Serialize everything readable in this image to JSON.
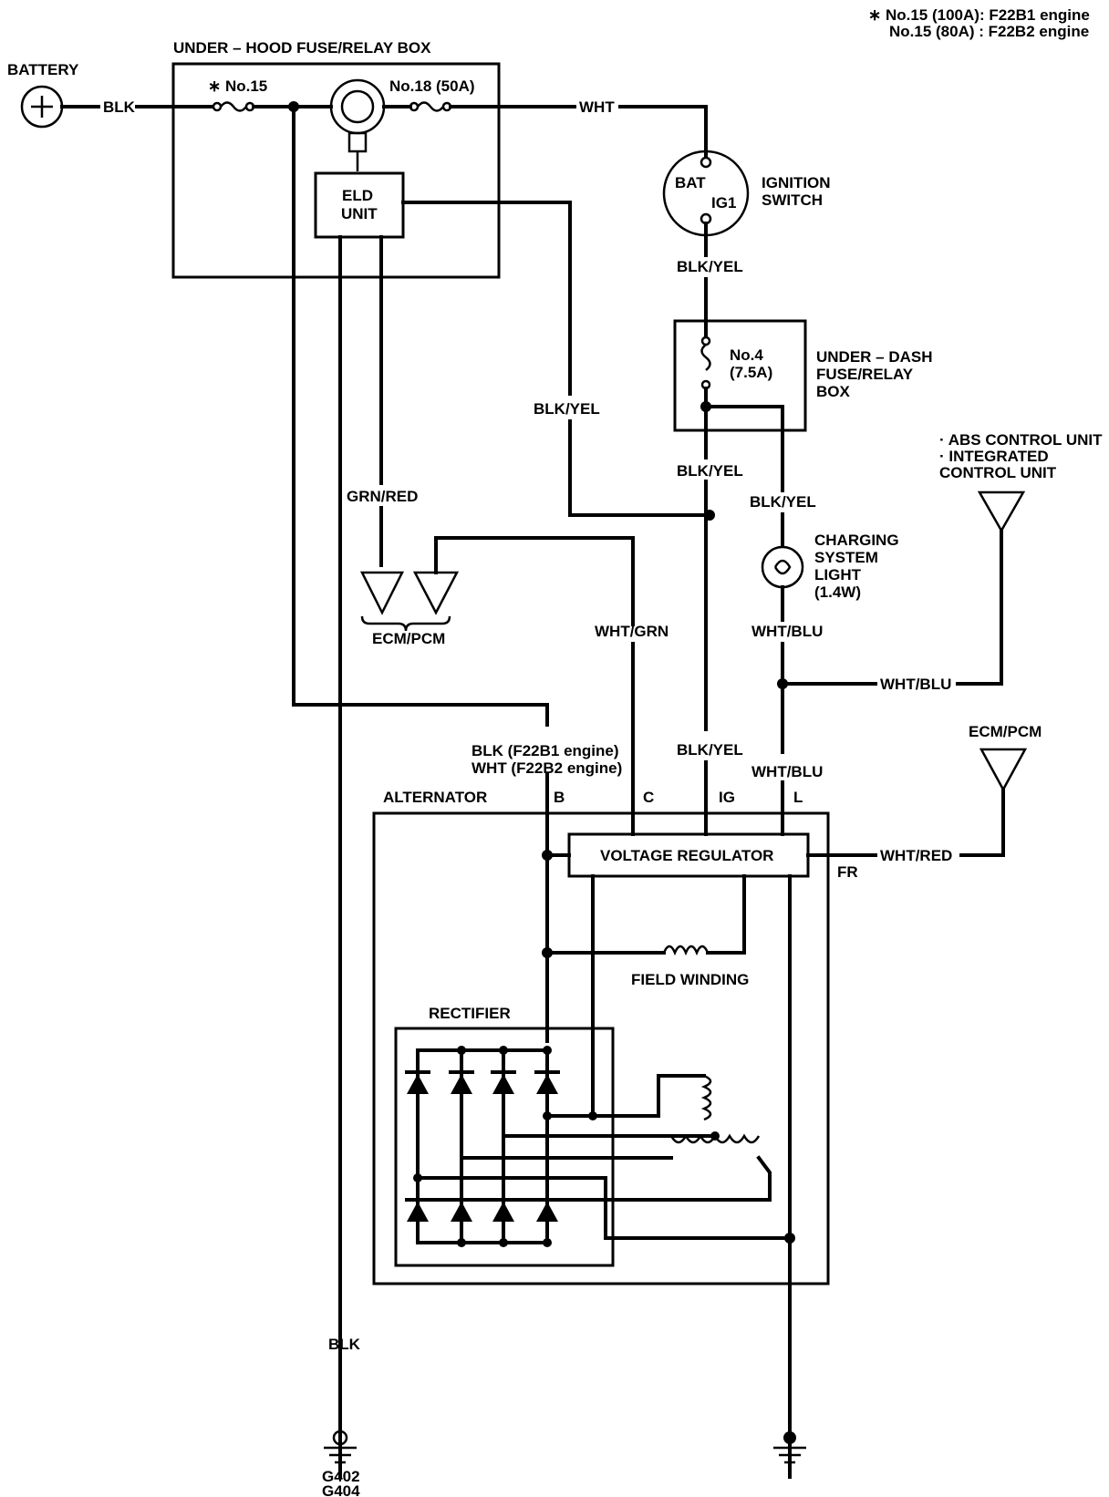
{
  "footnote": {
    "line1": "∗  No.15 (100A): F22B1 engine",
    "line2": "No.15 (80A)  : F22B2 engine"
  },
  "battery": {
    "label": "BATTERY"
  },
  "underhood_box": {
    "title": "UNDER – HOOD FUSE/RELAY BOX",
    "fuse15": "∗  No.15",
    "fuse18": "No.18 (50A)",
    "eld_line1": "ELD",
    "eld_line2": "UNIT"
  },
  "ignition": {
    "bat": "BAT",
    "ig1": "IG1",
    "line1": "IGNITION",
    "line2": "SWITCH"
  },
  "underdash_box": {
    "line1": "UNDER – DASH",
    "line2": "FUSE/RELAY",
    "line3": "BOX",
    "fuse_line1": "No.4",
    "fuse_line2": "(7.5A)"
  },
  "abs_unit": {
    "line1": "· ABS CONTROL UNIT",
    "line2": "· INTEGRATED",
    "line3": "CONTROL UNIT"
  },
  "charging_light": {
    "line1": "CHARGING",
    "line2": "SYSTEM",
    "line3": "LIGHT",
    "line4": "(1.4W)"
  },
  "ecm_pcm_left": "ECM/PCM",
  "ecm_pcm_right": "ECM/PCM",
  "wires": {
    "blk_battery": "BLK",
    "wht_top": "WHT",
    "blk_yel_ign": "BLK/YEL",
    "blk_yel_eld": "BLK/YEL",
    "blk_yel_dash": "BLK/YEL",
    "blk_yel_light": "BLK/YEL",
    "grn_red": "GRN/RED",
    "wht_grn": "WHT/GRN",
    "wht_blu_light": "WHT/BLU",
    "wht_blu_abs": "WHT/BLU",
    "wht_blu_l": "WHT/BLU",
    "blk_yel_ig": "BLK/YEL",
    "b_line1": "BLK (F22B1 engine)",
    "b_line2": "WHT (F22B2 engine)",
    "wht_red": "WHT/RED",
    "blk_ground": "BLK"
  },
  "alternator": {
    "title": "ALTERNATOR",
    "term_b": "B",
    "term_c": "C",
    "term_ig": "IG",
    "term_l": "L",
    "term_fr": "FR",
    "regulator": "VOLTAGE REGULATOR",
    "field": "FIELD WINDING",
    "rectifier": "RECTIFIER"
  },
  "ground": {
    "line1": "G402",
    "line2": "G404"
  }
}
